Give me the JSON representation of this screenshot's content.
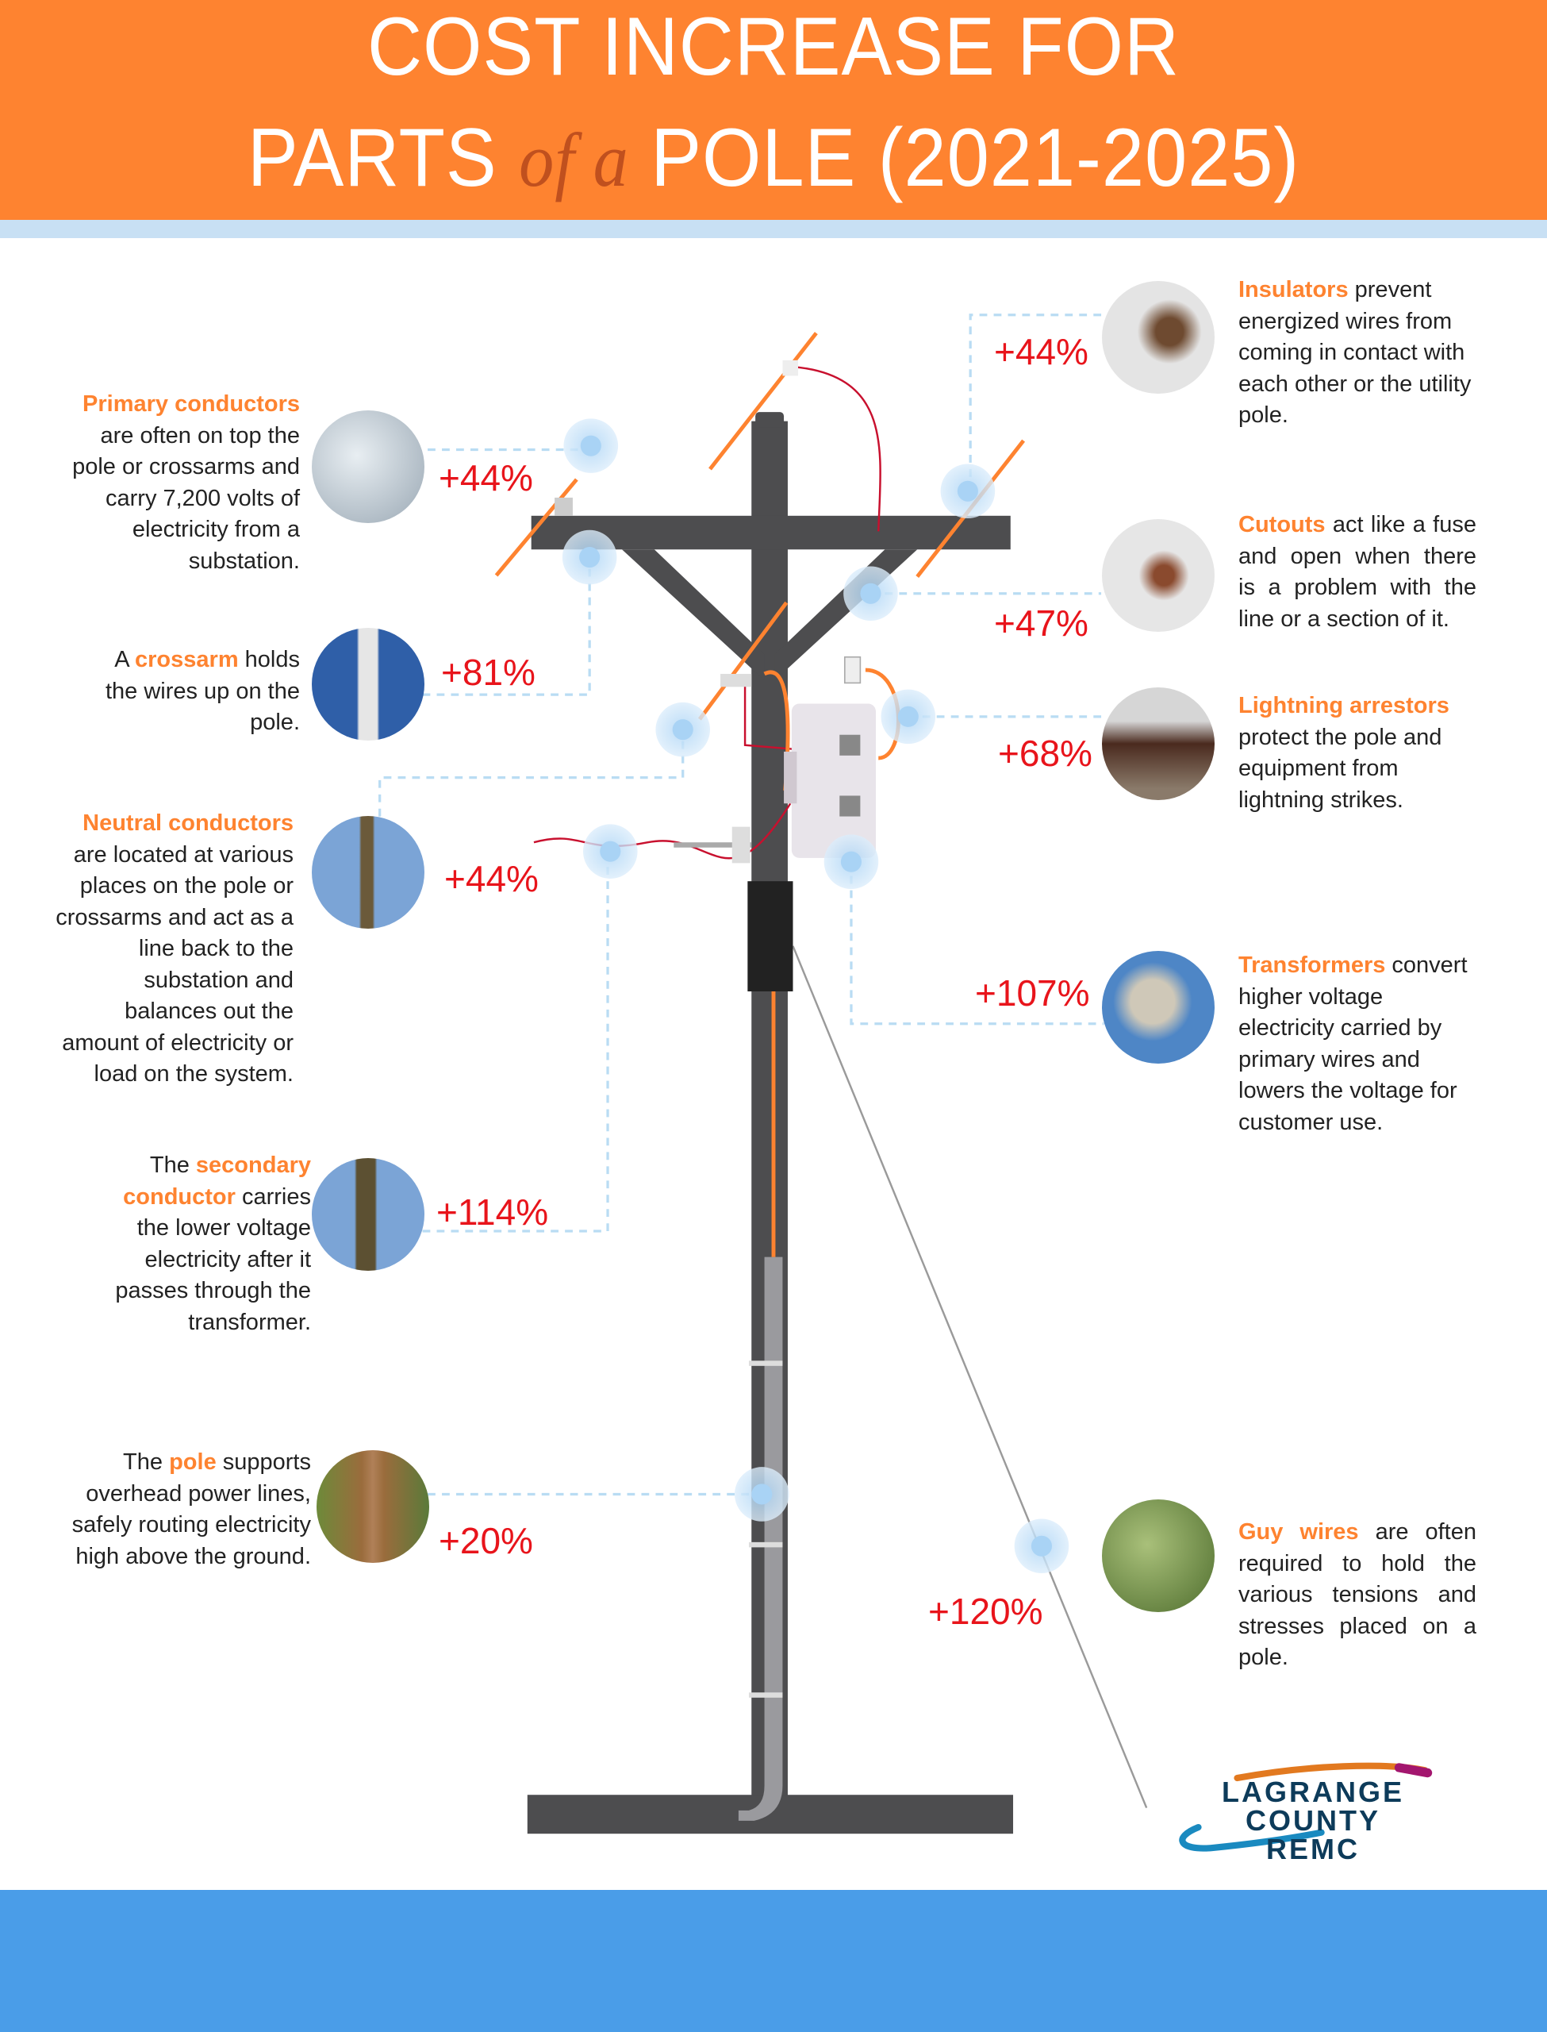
{
  "title": {
    "line1": "COST INCREASE FOR",
    "line2_start": "PARTS",
    "line2_connector": "of a",
    "line2_end": "POLE (2021-2025)"
  },
  "parts": {
    "primary": {
      "highlight": "Primary conductors",
      "text": " are often on top the pole or crossarms and carry 7,200 volts of electricity from a substation.",
      "increase": "+44%"
    },
    "crossarm": {
      "prefix": "A ",
      "highlight": "crossarm",
      "text": " holds the wires up on the pole.",
      "increase": "+81%"
    },
    "neutral": {
      "highlight": "Neutral conductors",
      "text": " are located at various places on the pole or crossarms and act as a line back to the substation and balances out the amount of electricity or load on the system.",
      "increase": "+44%"
    },
    "secondary": {
      "prefix": "The ",
      "highlight": "secondary conductor",
      "text": " carries the lower voltage electricity after it passes through the transformer.",
      "increase": "+114%"
    },
    "pole": {
      "prefix": "The ",
      "highlight": "pole",
      "text": " supports overhead power lines, safely routing electricity high above the ground.",
      "increase": "+20%"
    },
    "insulators": {
      "highlight": "Insulators",
      "text": " prevent energized wires from coming in contact with each other or the utility pole.",
      "increase": "+44%"
    },
    "cutouts": {
      "highlight": "Cutouts",
      "text": " act like a fuse and open when there is a problem with the line or a section of it.",
      "increase": "+47%"
    },
    "lightning": {
      "highlight": "Lightning arrestors",
      "text": " protect the pole and equipment from lightning strikes.",
      "increase": "+68%"
    },
    "transformers": {
      "highlight": "Transformers",
      "text": " convert higher voltage electricity carried by primary wires and lowers the voltage for customer use.",
      "increase": "+107%"
    },
    "guy": {
      "highlight": "Guy wires",
      "text": " are often required to hold the various tensions and stresses placed on a pole.",
      "increase": "+120%"
    }
  },
  "logo": {
    "line1": "LAGRANGE COUNTY",
    "line2": "REMC"
  },
  "colors": {
    "orange": "#fe8330",
    "red": "#e8141b",
    "pole": "#4d4d4f",
    "blue": "#4a9de8"
  }
}
